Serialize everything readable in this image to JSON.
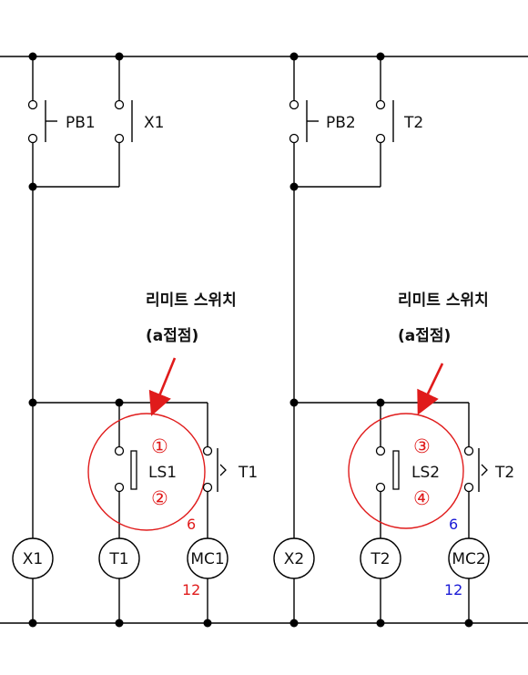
{
  "rung1": {
    "contacts": {
      "pb": "PB1",
      "seal": "X1"
    },
    "annotation": {
      "line1": "리미트 스위치",
      "line2": "(a접점)"
    },
    "limit_switch": {
      "label": "LS1",
      "terminal_top": "①",
      "terminal_bottom": "②"
    },
    "timer_contact": "T1",
    "coils": {
      "relay": "X1",
      "timer": "T1",
      "contactor": "MC1"
    },
    "mc_terminals": {
      "top": "6",
      "bottom": "12"
    },
    "terminal_color": "#e01b1b"
  },
  "rung2": {
    "contacts": {
      "pb": "PB2",
      "seal": "T2"
    },
    "annotation": {
      "line1": "리미트 스위치",
      "line2": "(a접점)"
    },
    "limit_switch": {
      "label": "LS2",
      "terminal_top": "③",
      "terminal_bottom": "④"
    },
    "timer_contact": "T2",
    "coils": {
      "relay": "X2",
      "timer": "T2",
      "contactor": "MC2"
    },
    "mc_terminals": {
      "top": "6",
      "bottom": "12"
    },
    "terminal_color": "#1a1ad6"
  },
  "colors": {
    "wire": "#000000",
    "highlight": "#e01b1b",
    "terminal_blue": "#1a1ad6"
  }
}
